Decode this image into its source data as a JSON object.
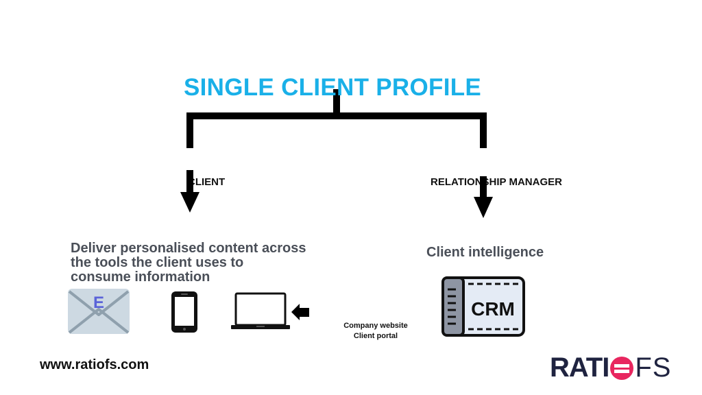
{
  "diagram": {
    "title": "SINGLE CLIENT PROFILE",
    "left_branch": {
      "label": "CLIENT",
      "description_lines": [
        "Deliver personalised content across",
        "the tools the client uses to",
        "consume information"
      ],
      "email_icon_letter": "E",
      "icons": [
        "email-icon",
        "smartphone-icon",
        "laptop-icon",
        "pointer-arrow-icon"
      ]
    },
    "right_branch": {
      "label": "RELATIONSHIP MANAGER",
      "description": "Client intelligence",
      "crm_text": "CRM"
    },
    "channels": [
      "Company website",
      "Client portal"
    ]
  },
  "footer": {
    "website": "www.ratiofs.com",
    "logo_left": "RATI",
    "logo_right": "FS"
  },
  "colors": {
    "title": "#1ab0e8",
    "heading": "#4a4f58",
    "logo": "#1f2340",
    "logo_accent": "#e8265f",
    "crm_fill": "#e4ebf5",
    "email_fill": "#cdd9e2",
    "email_letter": "#5a63d8"
  }
}
